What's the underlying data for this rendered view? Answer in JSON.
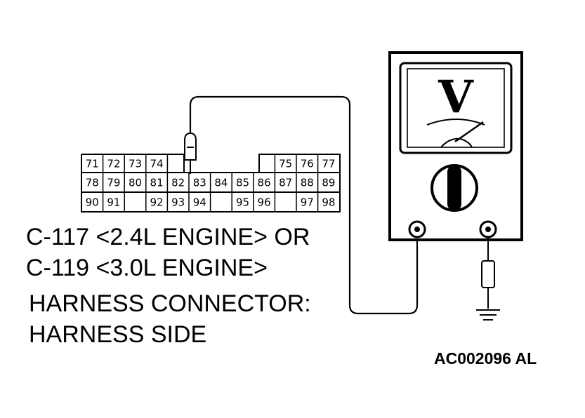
{
  "connector": {
    "row1": [
      "71",
      "72",
      "73",
      "74",
      "",
      "",
      "",
      "",
      "",
      "75",
      "76",
      "77"
    ],
    "row2": [
      "78",
      "79",
      "80",
      "81",
      "82",
      "83",
      "84",
      "85",
      "86",
      "87",
      "88",
      "89"
    ],
    "row3": [
      "90",
      "91",
      "",
      "92",
      "93",
      "94",
      "",
      "95",
      "96",
      "",
      "97",
      "98"
    ]
  },
  "meter": {
    "dial_letter": "V"
  },
  "captions": {
    "line1": "C-117 <2.4L ENGINE> OR",
    "line2": "C-119 <3.0L ENGINE>",
    "line3": "HARNESS CONNECTOR:",
    "line4": "HARNESS SIDE"
  },
  "reference_code": "AC002096 AL"
}
